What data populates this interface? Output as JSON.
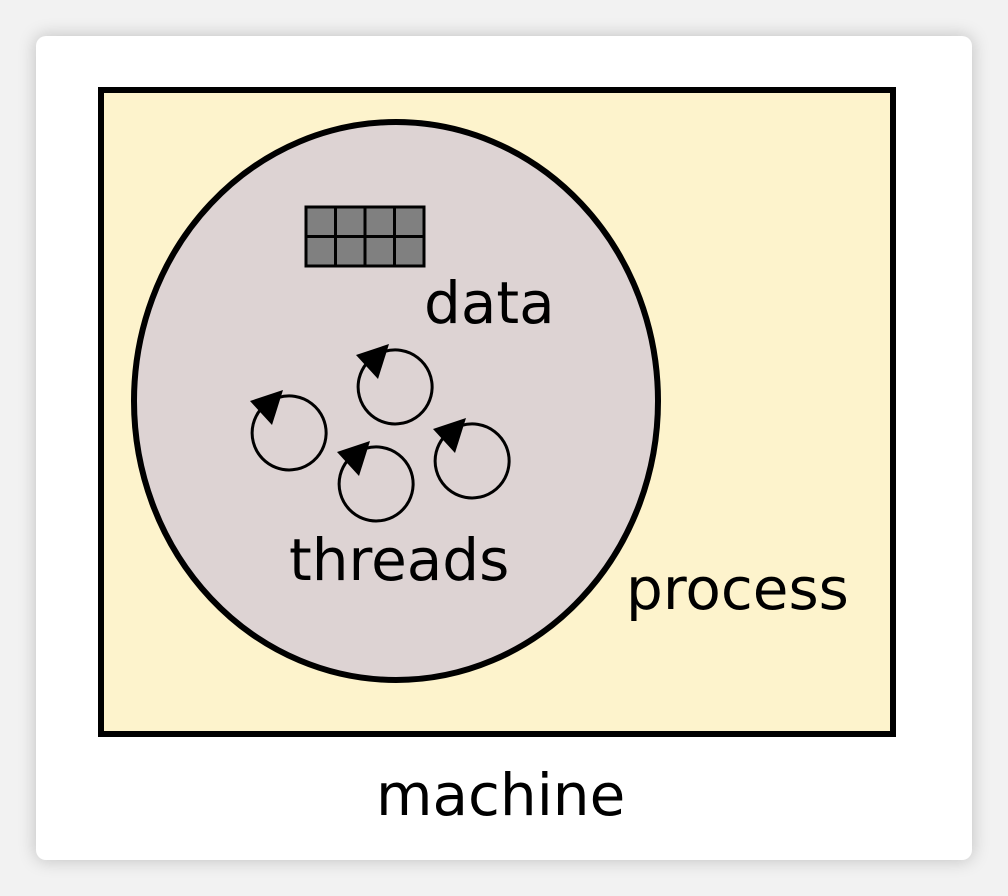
{
  "labels": {
    "data": "data",
    "threads": "threads",
    "process": "process",
    "machine": "machine"
  },
  "colors": {
    "process_fill": "#fdf3cc",
    "circle_fill": "#ddd3d3",
    "grid_fill": "#808080",
    "stroke": "#000000",
    "card_bg": "#ffffff",
    "page_bg": "#f2f2f2"
  },
  "icons": {
    "data": "grid-icon",
    "threads": "circular-arrow-icon"
  },
  "grid": {
    "rows": 2,
    "cols": 4
  },
  "thread_count": 4
}
